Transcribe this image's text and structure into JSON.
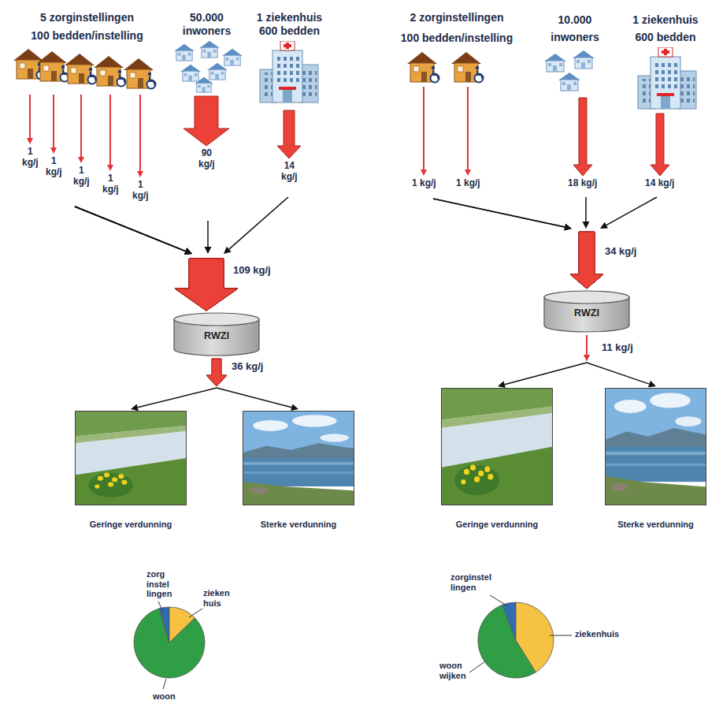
{
  "diagram": {
    "nodes": [
      {
        "text": [
          "5 zorginstellingen",
          "100 bedden/instelling"
        ]
      },
      {
        "text": [
          "50.000 inwoners"
        ]
      },
      {
        "text": [
          "1 ziekenhuis 600 bedden"
        ]
      },
      {
        "text": [
          "RWZI"
        ]
      },
      {
        "text": [
          "Geringe verdunning"
        ]
      },
      {
        "text": [
          "Sterke verdunning"
        ]
      },
      {
        "text": [
          "2 zorginstellingen",
          "100 bedden/instelling"
        ]
      },
      {
        "text": [
          "10.000 inwoners"
        ]
      },
      {
        "text": [
          "1 ziekenhuis 600 bedden"
        ]
      },
      {
        "text": [
          "RWZI"
        ]
      },
      {
        "text": [
          "Geringe verdunning"
        ]
      },
      {
        "text": [
          "Sterke verdunning"
        ]
      }
    ],
    "edges": [
      {
        "from": 0,
        "to": 3,
        "arrow": "to",
        "label": "1 kg/j"
      },
      {
        "from": 0,
        "to": 3,
        "arrow": "to",
        "label": "1 kg/j"
      },
      {
        "from": 0,
        "to": 3,
        "arrow": "to",
        "label": "1 kg/j"
      },
      {
        "from": 0,
        "to": 3,
        "arrow": "to",
        "label": "1 kg/j"
      },
      {
        "from": 0,
        "to": 3,
        "arrow": "to",
        "label": "1 kg/j"
      },
      {
        "from": 1,
        "to": 3,
        "arrow": "to",
        "label": "90 kg/j"
      },
      {
        "from": 2,
        "to": 3,
        "arrow": "to",
        "label": "14 kg/j"
      },
      {
        "from": 3,
        "to": 4,
        "arrow": "to"
      },
      {
        "from": 3,
        "to": 5,
        "arrow": "to"
      },
      {
        "from": 6,
        "to": 9,
        "arrow": "to",
        "label": "1 kg/j"
      },
      {
        "from": 6,
        "to": 9,
        "arrow": "to",
        "label": "1 kg/j"
      },
      {
        "from": 7,
        "to": 9,
        "arrow": "to",
        "label": "18 kg/j"
      },
      {
        "from": 8,
        "to": 9,
        "arrow": "to",
        "label": "14 kg/j"
      },
      {
        "from": 9,
        "to": 10,
        "arrow": "to"
      },
      {
        "from": 9,
        "to": 11,
        "arrow": "to"
      }
    ],
    "labels": [
      "109 kg/j",
      "36 kg/j",
      "34 kg/j",
      "11 kg/j",
      "zorg instel lingen",
      "zieken huis",
      "woon",
      "zorginstel lingen",
      "ziekenhuis",
      "woon wijken"
    ]
  }
}
